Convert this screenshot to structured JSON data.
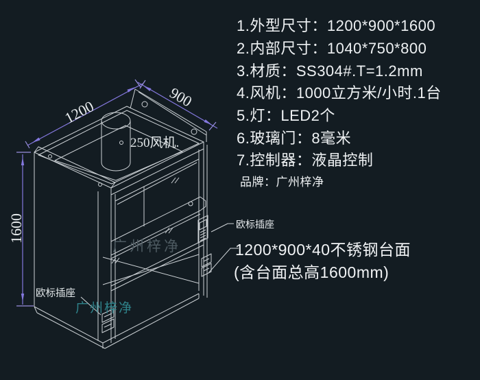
{
  "colors": {
    "background": "#131c22",
    "line": "#cdd2d6",
    "dimension": "#8478de",
    "text": "#eef1f3",
    "watermark_teal": "#2f828a",
    "watermark_gray": "#4d5a61"
  },
  "specs": {
    "items": [
      {
        "text": "1.外型尺寸：1200*900*1600"
      },
      {
        "text": "2.内部尺寸：1040*750*800"
      },
      {
        "text": "3.材质：SS304#.T=1.2mm"
      },
      {
        "text": "4.风机：1000立方米/小时.1台"
      },
      {
        "text": "5.灯：LED2个"
      },
      {
        "text": "6.玻璃门：8毫米"
      },
      {
        "text": "7.控制器：液晶控制"
      },
      {
        "text": "品牌：广州梓净"
      }
    ]
  },
  "callouts": {
    "socket_label_right": "欧标插座",
    "worktop_line1": "1200*900*40不锈钢台面",
    "worktop_line2": "(含台面总高1600mm)"
  },
  "drawing": {
    "dim_width": "1200",
    "dim_depth": "900",
    "dim_height": "1600",
    "duct_label": "250风机.",
    "socket_label_left": "欧标插座",
    "watermark_door": "广州梓净",
    "watermark_base": "广州梓净"
  }
}
